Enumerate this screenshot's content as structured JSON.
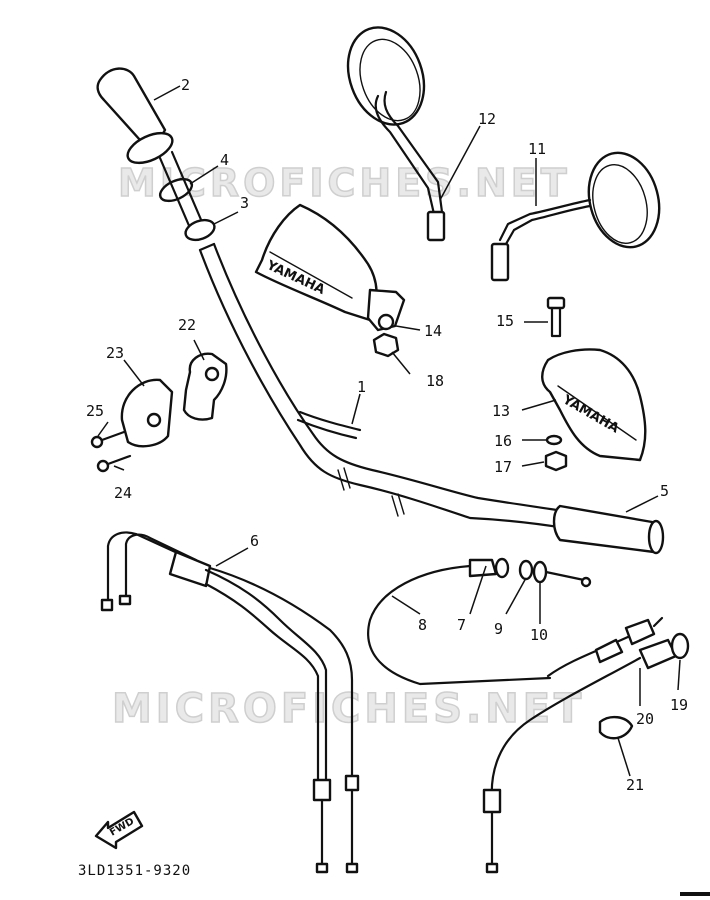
{
  "watermark": "MICROFICHES.NET",
  "drawing_code": "3LD1351-9320",
  "brand_text": "YAMAHA",
  "fwd_label": "FWD",
  "callouts": [
    "1",
    "2",
    "3",
    "4",
    "5",
    "6",
    "7",
    "8",
    "9",
    "10",
    "11",
    "12",
    "13",
    "14",
    "15",
    "16",
    "17",
    "18",
    "19",
    "20",
    "21",
    "22",
    "23",
    "24",
    "25"
  ]
}
